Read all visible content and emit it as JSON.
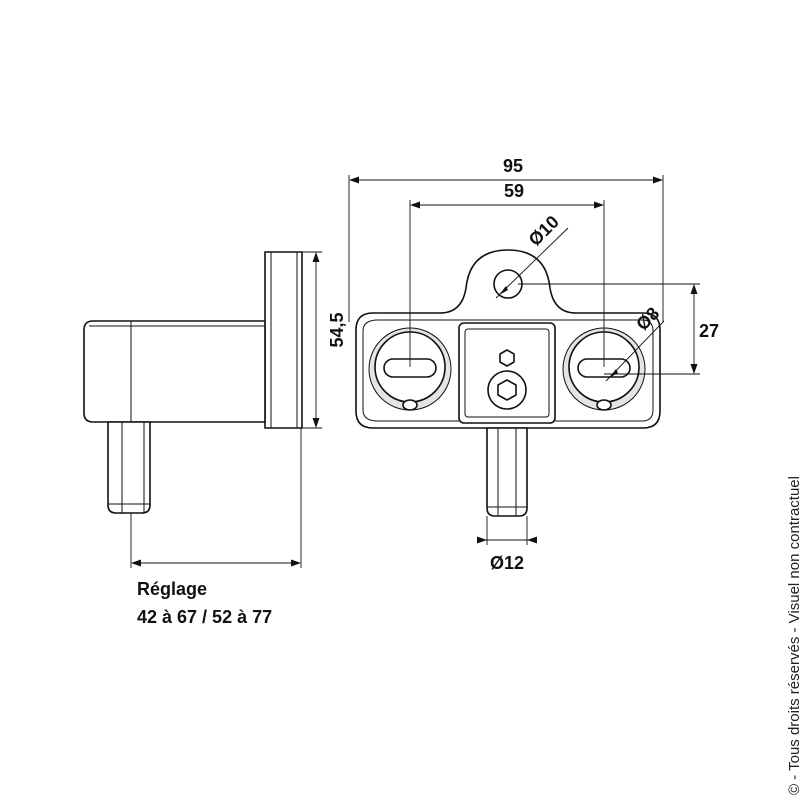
{
  "dimensions": {
    "overall_width": "95",
    "hole_spacing": "59",
    "bore_diameter_top": "Ø10",
    "bore_diameter_side": "Ø8",
    "offset_height": "27",
    "frame_height": "54,5",
    "pin_diameter": "Ø12"
  },
  "caption": {
    "title": "Réglage",
    "range": "42 à 67 / 52 à 77"
  },
  "copyright": "© - Tous droits réservés - Visuel non contractuel"
}
